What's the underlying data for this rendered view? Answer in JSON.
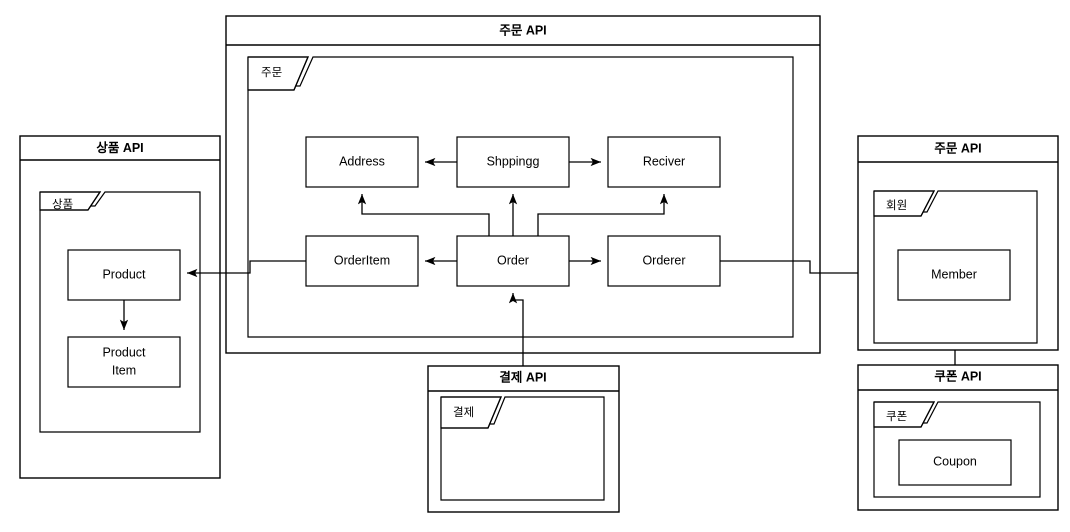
{
  "diagram": {
    "type": "system-architecture-package-diagram",
    "background": "#ffffff",
    "line_color": "#000000",
    "panels": [
      {
        "id": "product-api",
        "title": "상품 API",
        "package": "상품",
        "entities": [
          "Product",
          "Product Item"
        ]
      },
      {
        "id": "order-api",
        "title": "주문 API",
        "package": "주문",
        "entities": [
          "Address",
          "Shppingg",
          "Reciver",
          "OrderItem",
          "Order",
          "Orderer"
        ]
      },
      {
        "id": "member-api",
        "title": "주문 API",
        "package": "회원",
        "entities": [
          "Member"
        ]
      },
      {
        "id": "coupon-api",
        "title": "쿠폰 API",
        "package": "쿠폰",
        "entities": [
          "Coupon"
        ]
      },
      {
        "id": "payment-api",
        "title": "결제 API",
        "package": "결제",
        "entities": []
      }
    ],
    "entities": {
      "product": "Product",
      "product_item_line1": "Product",
      "product_item_line2": "Item",
      "address": "Address",
      "shppingg": "Shppingg",
      "reciver": "Reciver",
      "order_item": "OrderItem",
      "order": "Order",
      "orderer": "Orderer",
      "member": "Member",
      "coupon": "Coupon"
    },
    "titles": {
      "product_api": "상품 API",
      "order_api": "주문 API",
      "member_api": "주문 API",
      "coupon_api": "쿠폰 API",
      "payment_api": "결제 API"
    },
    "packages": {
      "product": "상품",
      "order": "주문",
      "member": "회원",
      "coupon": "쿠폰",
      "payment": "결제"
    },
    "connections": [
      {
        "from": "Shppingg",
        "to": "Address",
        "kind": "arrow"
      },
      {
        "from": "Shppingg",
        "to": "Reciver",
        "kind": "arrow"
      },
      {
        "from": "Order",
        "to": "OrderItem",
        "kind": "arrow"
      },
      {
        "from": "Order",
        "to": "Orderer",
        "kind": "arrow"
      },
      {
        "from": "Order",
        "to": "Address",
        "kind": "arrow"
      },
      {
        "from": "Order",
        "to": "Shppingg",
        "kind": "arrow"
      },
      {
        "from": "Order",
        "to": "Reciver",
        "kind": "arrow"
      },
      {
        "from": "OrderItem",
        "to": "Product",
        "kind": "arrow"
      },
      {
        "from": "Orderer",
        "to": "Member",
        "kind": "arrow"
      },
      {
        "from": "Product",
        "to": "Product Item",
        "kind": "arrow"
      },
      {
        "from": "Member",
        "to": "Coupon",
        "kind": "arrow"
      },
      {
        "from": "결제 API",
        "to": "Order",
        "kind": "arrow"
      }
    ]
  }
}
